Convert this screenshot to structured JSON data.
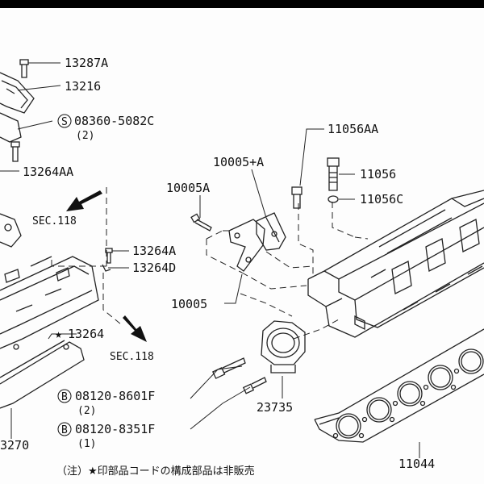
{
  "labels": {
    "p13287A": "13287A",
    "p13216": "13216",
    "s08360": "08360-5082C",
    "s08360_qty": "(2)",
    "p13264AA": "13264AA",
    "sec118a": "SEC.118",
    "p13264A": "13264A",
    "p13264D": "13264D",
    "p13264": "13264",
    "sec118b": "SEC.118",
    "p08120_8601F": "08120-8601F",
    "p08120_8601F_qty": "(2)",
    "p08120_8351F": "08120-8351F",
    "p08120_8351F_qty": "(1)",
    "p3270": "3270",
    "p10005A": "10005A",
    "p10005plusA": "10005+A",
    "p10005": "10005",
    "p11056AA": "11056AA",
    "p11056": "11056",
    "p11056C": "11056C",
    "p23735": "23735",
    "p11044": "11044",
    "footnote": "（注）★印部品コードの構成部品は非販売"
  },
  "symbols": {
    "screw_S": "S",
    "bolt_B": "B",
    "star": "★"
  }
}
